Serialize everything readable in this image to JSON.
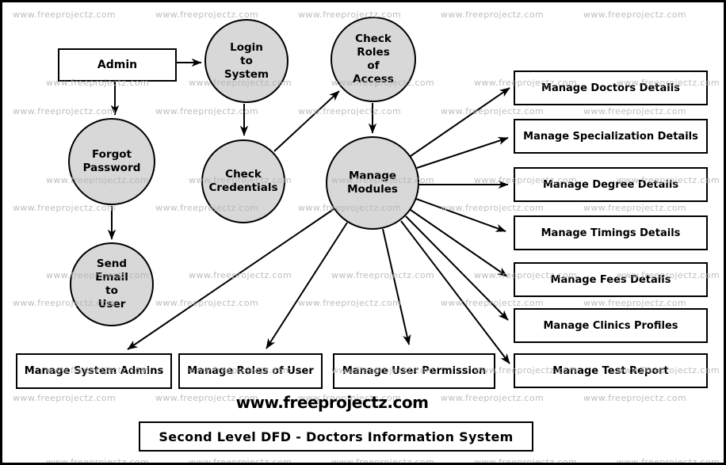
{
  "watermark": {
    "text": "www.freeprojectz.com"
  },
  "footer": {
    "site_title": "www.freeprojectz.com",
    "caption": "Second Level DFD - Doctors Information System"
  },
  "entities": {
    "admin": "Admin"
  },
  "processes": {
    "login": "Login\nto\nSystem",
    "check_roles": "Check\nRoles\nof\nAccess",
    "forgot_password": "Forgot\nPassword",
    "check_credentials": "Check\nCredentials",
    "manage_modules": "Manage\nModules",
    "send_email": "Send\nEmail\nto\nUser"
  },
  "modules": {
    "doctors": "Manage Doctors Details",
    "specialization": "Manage Specialization Details",
    "degree": "Manage Degree Details",
    "timings": "Manage Timings Details",
    "fees": "Manage Fees Details",
    "clinics": "Manage Clinics Profiles",
    "test_report": "Manage Test Report",
    "system_admins": "Manage System Admins",
    "roles_of_user": "Manage Roles of User",
    "user_permission": "Manage User Permission"
  },
  "edges": [
    {
      "from": "admin",
      "to": "login"
    },
    {
      "from": "admin",
      "to": "forgot_password"
    },
    {
      "from": "forgot_password",
      "to": "send_email"
    },
    {
      "from": "login",
      "to": "check_credentials"
    },
    {
      "from": "check_credentials",
      "to": "check_roles"
    },
    {
      "from": "check_roles",
      "to": "manage_modules"
    },
    {
      "from": "manage_modules",
      "to": "doctors"
    },
    {
      "from": "manage_modules",
      "to": "specialization"
    },
    {
      "from": "manage_modules",
      "to": "degree"
    },
    {
      "from": "manage_modules",
      "to": "timings"
    },
    {
      "from": "manage_modules",
      "to": "fees"
    },
    {
      "from": "manage_modules",
      "to": "clinics"
    },
    {
      "from": "manage_modules",
      "to": "test_report"
    },
    {
      "from": "manage_modules",
      "to": "system_admins"
    },
    {
      "from": "manage_modules",
      "to": "roles_of_user"
    },
    {
      "from": "manage_modules",
      "to": "user_permission"
    }
  ],
  "colors": {
    "process_fill": "#d8d8d8",
    "stroke": "#000000",
    "watermark": "#b2b2b2",
    "background": "#ffffff"
  }
}
